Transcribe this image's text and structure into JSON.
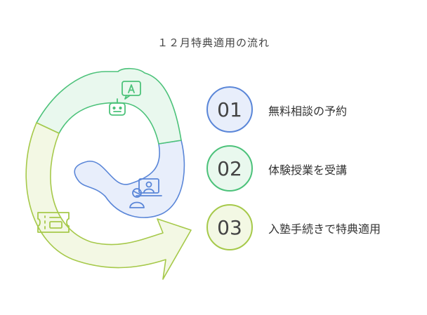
{
  "title": "１２月特典適用の流れ",
  "steps": [
    {
      "number": "01",
      "label": "無料相談の予約",
      "fill": "#e8eefb",
      "stroke": "#5a86d8"
    },
    {
      "number": "02",
      "label": "体験授業を受講",
      "fill": "#e9f8ee",
      "stroke": "#4cc27a"
    },
    {
      "number": "03",
      "label": "入塾手続きで特典適用",
      "fill": "#f3f8e4",
      "stroke": "#a6c94a"
    }
  ],
  "icons": [
    "translate-robot-icon",
    "online-lesson-icon",
    "ticket-icon"
  ]
}
